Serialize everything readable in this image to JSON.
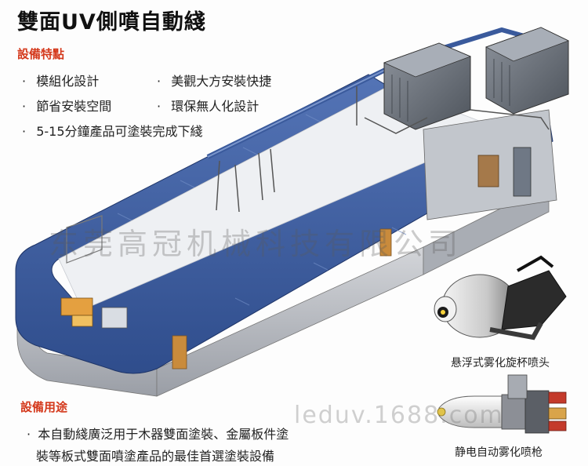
{
  "title": "雙面UV側噴自動綫",
  "features_heading": "設備特點",
  "features": [
    "模組化設計",
    "美觀大方安裝快捷",
    "節省安裝空間",
    "環保無人化設計",
    "5-15分鐘產品可塗裝完成下綫"
  ],
  "usage_heading": "設備用途",
  "usage_lines": [
    "本自動綫廣泛用于木器雙面塗裝、金屬板件塗",
    "裝等板式雙面噴塗產品的最佳首選塗裝設備"
  ],
  "captions": {
    "rotary_cup": "悬浮式雾化旋杯喷头",
    "spray_gun": "静电自动雾化喷枪"
  },
  "watermarks": {
    "company": "东莞高冠机械科技有限公司",
    "site": "leduv.1688.com"
  },
  "bullet": "·",
  "colors": {
    "title": "#111111",
    "section_heading": "#d4381b",
    "conveyor": "#3a5a9c",
    "body_panel": "#b9bcc2"
  }
}
